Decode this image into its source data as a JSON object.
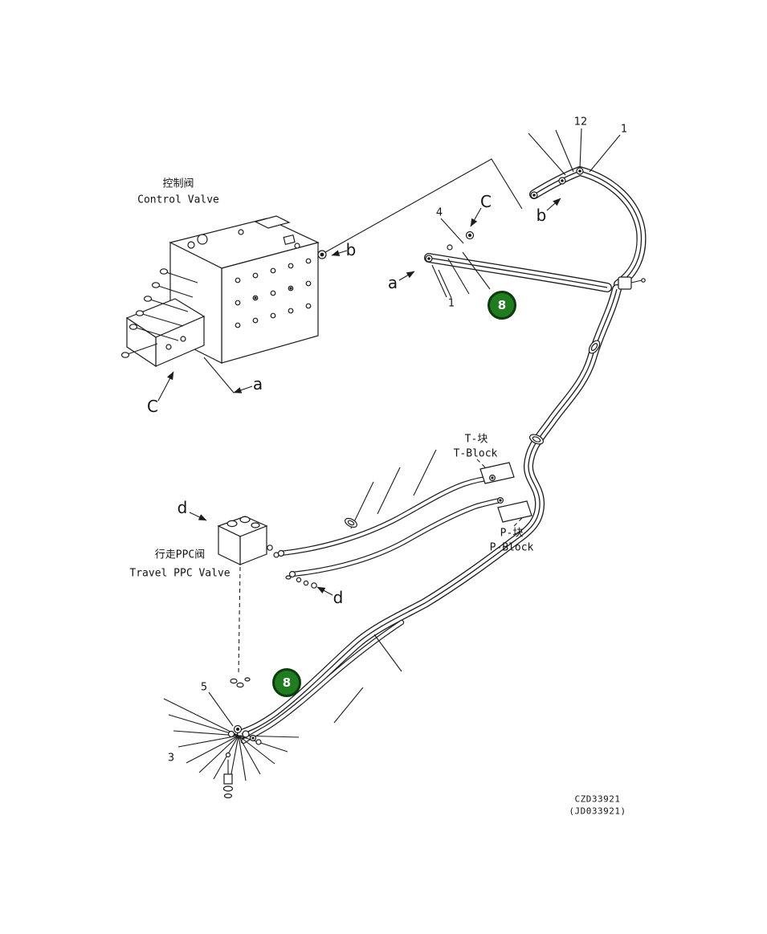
{
  "diagram": {
    "drawing_code": "CZD33921",
    "drawing_code_secondary": "(JD033921)"
  },
  "components": {
    "control_valve": {
      "label_cn": "控制阀",
      "label_en": "Control Valve"
    },
    "travel_ppc_valve": {
      "label_cn": "行走PPC阀",
      "label_en": "Travel PPC Valve"
    },
    "t_block": {
      "label_cn": "T-块",
      "label_en": "T-Block"
    },
    "p_block": {
      "label_cn": "P-块",
      "label_en": "P-Block"
    }
  },
  "callouts": [
    {
      "text": "b",
      "kind": "view-letter"
    },
    {
      "text": "C",
      "kind": "view-letter"
    },
    {
      "text": "4",
      "kind": "item-number"
    },
    {
      "text": "a",
      "kind": "view-letter"
    },
    {
      "text": "1",
      "kind": "item-number"
    },
    {
      "text": "b",
      "kind": "view-letter"
    },
    {
      "text": "12",
      "kind": "item-number"
    },
    {
      "text": "1",
      "kind": "item-number"
    },
    {
      "text": "a",
      "kind": "view-letter"
    },
    {
      "text": "C",
      "kind": "view-letter"
    },
    {
      "text": "d",
      "kind": "view-letter"
    },
    {
      "text": "d",
      "kind": "view-letter"
    },
    {
      "text": "5",
      "kind": "item-number"
    },
    {
      "text": "3",
      "kind": "item-number"
    }
  ],
  "badges": [
    {
      "text": "8"
    },
    {
      "text": "8"
    }
  ],
  "colors": {
    "badge_fill": "#1f7c1f",
    "badge_ring": "#0c3b0c",
    "badge_text": "#ffffff",
    "line": "#1c1c1c",
    "background": "#ffffff"
  }
}
